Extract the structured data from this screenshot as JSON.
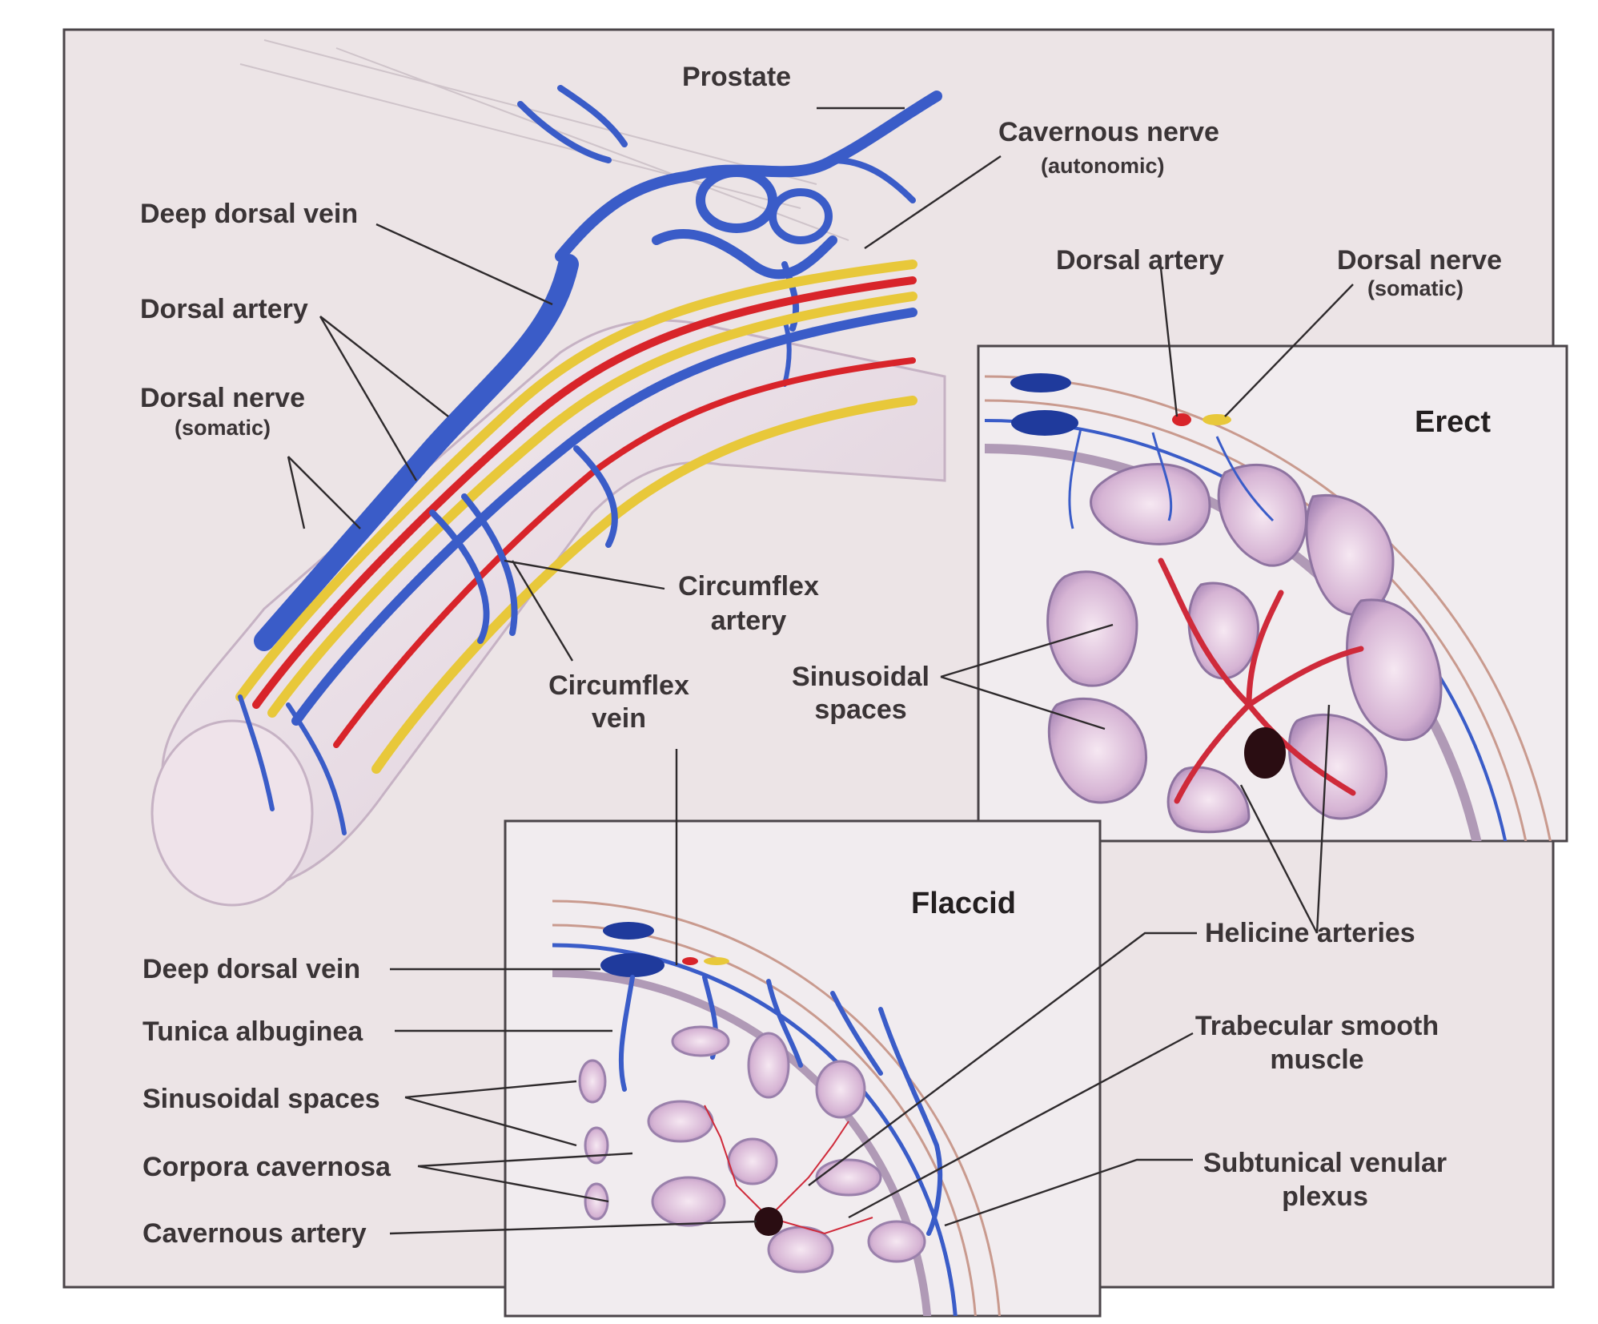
{
  "labels": {
    "prostate": "Prostate",
    "cavernous_nerve": "Cavernous nerve",
    "cavernous_nerve_sub": "(autonomic)",
    "deep_dorsal_vein_top": "Deep dorsal vein",
    "dorsal_artery_left": "Dorsal artery",
    "dorsal_nerve_left": "Dorsal nerve",
    "dorsal_nerve_left_sub": "(somatic)",
    "dorsal_artery_right": "Dorsal artery",
    "dorsal_nerve_right": "Dorsal nerve",
    "dorsal_nerve_right_sub": "(somatic)",
    "circumflex_artery_1": "Circumflex",
    "circumflex_artery_2": "artery",
    "circumflex_vein_1": "Circumflex",
    "circumflex_vein_2": "vein",
    "sinusoidal_right_1": "Sinusoidal",
    "sinusoidal_right_2": "spaces",
    "helicine_arteries": "Helicine arteries",
    "trabecular_1": "Trabecular smooth",
    "trabecular_2": "muscle",
    "subtunical_1": "Subtunical venular",
    "subtunical_2": "plexus",
    "deep_dorsal_vein_bottom": "Deep dorsal vein",
    "tunica_albuginea": "Tunica albuginea",
    "sinusoidal_spaces_left": "Sinusoidal spaces",
    "corpora_cavernosa": "Corpora cavernosa",
    "cavernous_artery": "Cavernous artery"
  },
  "insets": {
    "erect_title": "Erect",
    "flaccid_title": "Flaccid"
  },
  "colors": {
    "vein": "#3a5cc8",
    "artery": "#d8242a",
    "nerve": "#e8c83a",
    "tissue": "#e2c2d8",
    "background": "#ece4e6"
  }
}
